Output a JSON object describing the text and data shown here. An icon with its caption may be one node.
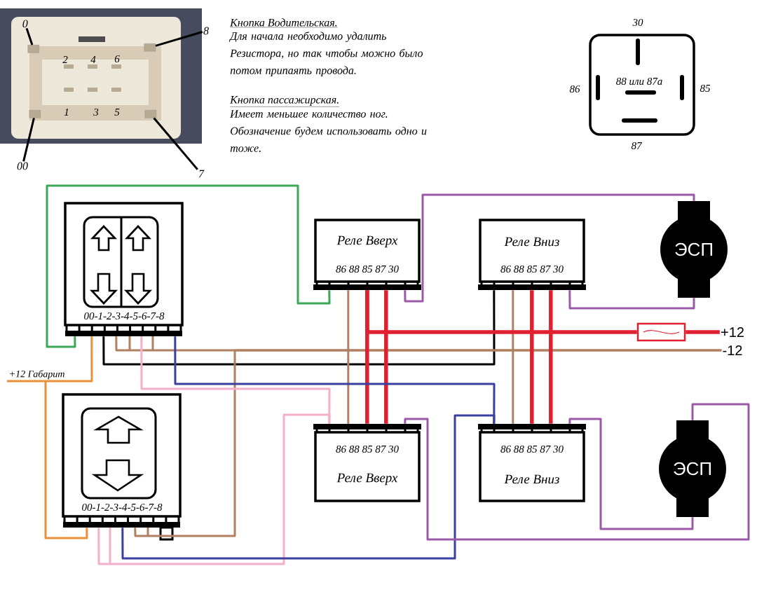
{
  "diagram": {
    "nodes": [
      {
        "text": [],
        "shape": "picture"
      },
      {
        "text": [],
        "shape": "box",
        "in": 0
      },
      {
        "text": [],
        "shape": "box",
        "in": 0
      },
      {
        "text": [],
        "shape": "box",
        "in": 0
      },
      {
        "text": [],
        "shape": "box",
        "in": 0
      },
      {
        "text": [
          "0"
        ],
        "in": 0
      },
      {
        "text": [
          "8"
        ]
      },
      {
        "text": [
          "00"
        ]
      },
      {
        "text": [
          "7"
        ]
      },
      {
        "text": [
          "88 или 87а"
        ],
        "beside": [
          "30",
          "86",
          "85",
          "87"
        ]
      },
      {
        "text": [
          "00-1-2-3-4-5-6-7-8"
        ]
      },
      {
        "text": [
          "00-1-2-3-4-5-6-7-8"
        ]
      },
      {
        "text": [
          "Реле Вверх",
          "86 88 85 87 30"
        ]
      },
      {
        "text": [
          "Реле Вниз",
          "86 88 85 87 30"
        ]
      },
      {
        "text": [
          "86 88 85 87 30",
          "Реле Вверх"
        ]
      },
      {
        "text": [
          "86 88 85 87 30",
          "Реле Вниз"
        ]
      },
      {
        "text": [
          "ЭСП"
        ]
      },
      {
        "text": [
          "ЭСП"
        ]
      },
      {
        "text": [],
        "shape": "box"
      },
      {
        "text": [
          "+12"
        ]
      },
      {
        "text": [
          "-12"
        ]
      },
      {
        "text": [
          "+12 Габарит"
        ]
      }
    ],
    "edges": [
      {
        "from": 5,
        "to": 1,
        "arrow": "none",
        "color": "#000000"
      },
      {
        "from": 6,
        "to": 2,
        "arrow": "none",
        "color": "#000000"
      },
      {
        "from": 7,
        "to": 3,
        "arrow": "none",
        "color": "#000000"
      },
      {
        "from": 8,
        "to": 4,
        "arrow": "none",
        "color": "#000000"
      },
      {
        "from": 10,
        "to": 12,
        "arrow": "none",
        "color": "#3aa856"
      },
      {
        "from": 21,
        "to": 10,
        "arrow": "none",
        "color": "#e8913a"
      },
      {
        "from": 21,
        "to": 11,
        "arrow": "none",
        "color": "#e8913a"
      },
      {
        "from": 10,
        "to": 13,
        "arrow": "none",
        "color": "#000000"
      },
      {
        "from": 10,
        "to": 20,
        "arrow": "none",
        "color": "#b08060"
      },
      {
        "from": 11,
        "to": 20,
        "arrow": "none",
        "color": "#b08060"
      },
      {
        "from": 12,
        "to": 14,
        "arrow": "none",
        "color": "#b08060"
      },
      {
        "from": 13,
        "to": 15,
        "arrow": "none",
        "color": "#b08060"
      },
      {
        "from": 19,
        "to": 18,
        "arrow": "none",
        "color": "#e02030",
        "style": "thick"
      },
      {
        "from": 18,
        "to": 12,
        "arrow": "none",
        "color": "#e02030",
        "style": "thick"
      },
      {
        "from": 12,
        "to": 14,
        "arrow": "none",
        "color": "#e02030",
        "style": "thick"
      },
      {
        "from": 12,
        "to": 14,
        "arrow": "none",
        "color": "#e02030",
        "style": "thick"
      },
      {
        "from": 13,
        "to": 15,
        "arrow": "none",
        "color": "#e02030",
        "style": "thick"
      },
      {
        "from": 13,
        "to": 15,
        "arrow": "none",
        "color": "#e02030",
        "style": "thick"
      },
      {
        "from": 10,
        "to": 14,
        "arrow": "none",
        "color": "#f2b0cc"
      },
      {
        "from": 11,
        "to": 14,
        "arrow": "none",
        "color": "#f2b0cc"
      },
      {
        "from": 10,
        "to": 15,
        "arrow": "none",
        "color": "#3a40a0"
      },
      {
        "from": 11,
        "to": 15,
        "arrow": "none",
        "color": "#3a40a0"
      },
      {
        "from": 12,
        "to": 16,
        "arrow": "none",
        "color": "#9a5aa8"
      },
      {
        "from": 13,
        "to": 16,
        "arrow": "none",
        "color": "#9a5aa8"
      },
      {
        "from": 14,
        "to": 17,
        "arrow": "none",
        "color": "#9a5aa8"
      },
      {
        "from": 15,
        "to": 17,
        "arrow": "none",
        "color": "#9a5aa8"
      }
    ],
    "labels": [
      "2",
      "4",
      "6",
      "1",
      "3",
      "5",
      "Кнопка Водительская.",
      "Для начала необходимо удалить Резистора, но так чтобы можно было потом припаять провода.",
      "Кнопка пассажирская.",
      "Имеет меньшее количество ног. Обозначение будем использовать одно и тоже."
    ]
  }
}
